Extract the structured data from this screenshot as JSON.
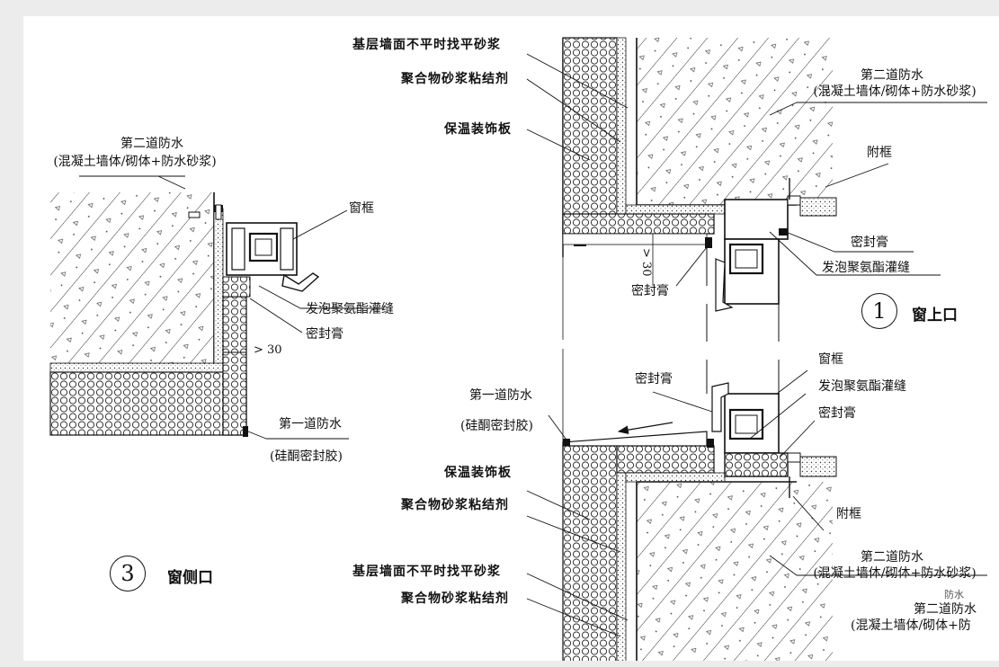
{
  "detail3": {
    "second_waterproof_title": "第二道防水",
    "second_waterproof_desc": "(混凝土墙体/砌体+防水砂浆)",
    "window_frame": "窗框",
    "foam_pu_fill": "发泡聚氨酯灌缝",
    "sealant": "密封膏",
    "dim_min": "> 30",
    "first_waterproof_title": "第一道防水",
    "first_waterproof_desc": "(硅酮密封胶)",
    "number": "3",
    "title": "窗侧口"
  },
  "detail1": {
    "leveling_mortar": "基层墙面不平时找平砂浆",
    "polymer_adhesive": "聚合物砂浆粘结剂",
    "insulation_board": "保温装饰板",
    "second_waterproof_title": "第二道防水",
    "second_waterproof_desc": "(混凝土墙体/砌体+防水砂浆)",
    "sub_frame": "附框",
    "sealant_right": "密封膏",
    "foam_pu_fill": "发泡聚氨酯灌缝",
    "dim_min": "> 30",
    "sealant_left": "密封膏",
    "number": "1",
    "title": "窗上口"
  },
  "detail2": {
    "sealant_top": "密封膏",
    "window_frame": "窗框",
    "foam_pu_fill": "发泡聚氨酯灌缝",
    "sealant_right": "密封膏",
    "first_waterproof_title": "第一道防水",
    "first_waterproof_desc": "(硅酮密封胶)",
    "insulation_board": "保温装饰板",
    "polymer_adhesive": "聚合物砂浆粘结剂",
    "sub_frame": "附框",
    "leveling_mortar": "基层墙面不平时找平砂浆",
    "polymer_adhesive_2": "聚合物砂浆粘结剂",
    "second_waterproof_title": "第二道防水",
    "second_waterproof_desc": "(混凝土墙体/砌体+防水砂浆)",
    "second_waterproof_fragment": "防水",
    "second_waterproof_title_2": "第二道防水",
    "second_waterproof_desc_2": "(混凝土墙体/砌体+防"
  }
}
